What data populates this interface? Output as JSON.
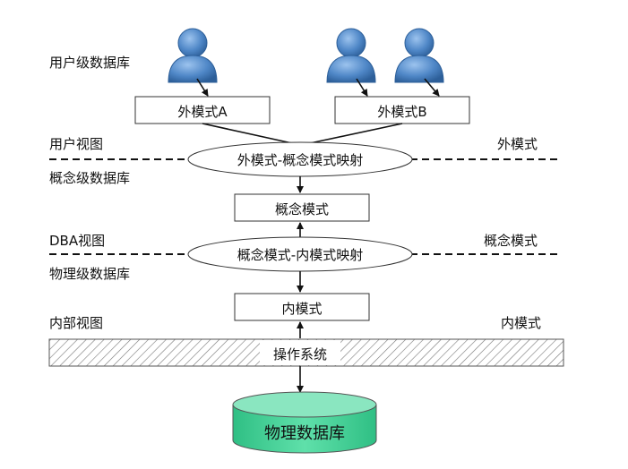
{
  "left_labels": {
    "user_db": "用户级数据库",
    "user_view": "用户视图",
    "concept_db": "概念级数据库",
    "dba_view": "DBA视图",
    "physical_db": "物理级数据库",
    "internal_view": "内部视图"
  },
  "right_labels": {
    "external": "外模式",
    "conceptual": "概念模式",
    "internal": "内模式"
  },
  "boxes": {
    "ext_a": "外模式A",
    "ext_b": "外模式B",
    "concept": "概念模式",
    "internal": "内模式",
    "os": "操作系统",
    "phys_db": "物理数据库"
  },
  "mappings": {
    "ext_concept": "外模式-概念模式映射",
    "concept_internal": "概念模式-内模式映射"
  },
  "icons": {
    "user": "user-icon"
  },
  "colors": {
    "user_fill": "#4f87c7",
    "user_dark": "#2d5f99",
    "cylinder_fill": "#3fd196",
    "cylinder_top": "#7be3b8",
    "line": "#111111"
  }
}
